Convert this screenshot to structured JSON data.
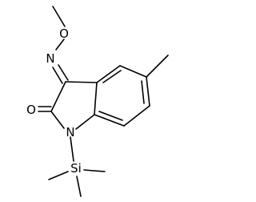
{
  "molecule": {
    "atoms": {
      "methoxy_o": "O",
      "oxime_n": "N",
      "carbonyl_o": "O",
      "ring_n": "N",
      "silicon": "Si"
    }
  },
  "colors": {
    "bond": "#000000",
    "label": "#000000",
    "background": "#ffffff"
  }
}
